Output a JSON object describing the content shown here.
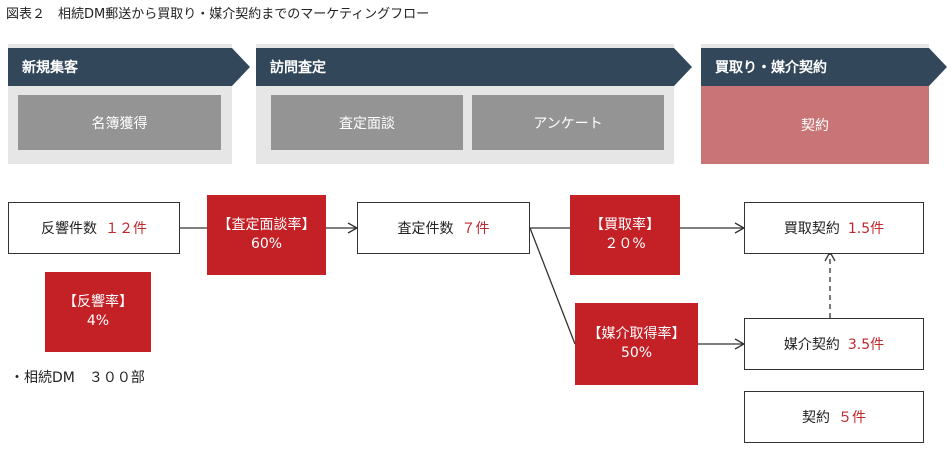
{
  "title": "図表２　相続DM郵送から買取り・媒介契約までのマーケティングフロー",
  "phases": [
    {
      "label": "新規集客",
      "items": [
        "名簿獲得"
      ]
    },
    {
      "label": "訪問査定",
      "items": [
        "査定面談",
        "アンケート"
      ]
    },
    {
      "label": "買取り・媒介契約",
      "items": [
        "契約"
      ]
    }
  ],
  "flow": {
    "response": {
      "label": "反響件数",
      "value": "１２件"
    },
    "response_rate": {
      "label": "【反響率】",
      "value": "4%"
    },
    "interview_rate": {
      "label": "【査定面談率】",
      "value": "60%"
    },
    "appraisal": {
      "label": "査定件数",
      "value": "７件"
    },
    "purchase_rate": {
      "label": "【買取率】",
      "value": "２０%"
    },
    "mediation_rate": {
      "label": "【媒介取得率】",
      "value": "50%"
    },
    "purchase": {
      "label": "買取契約",
      "value": "1.5件"
    },
    "mediation": {
      "label": "媒介契約",
      "value": "3.5件"
    },
    "contract": {
      "label": "契約",
      "value": "５件"
    }
  },
  "note": "・相続DM　３００部",
  "colors": {
    "header": "#33475b",
    "grey_box": "#949494",
    "pink_box": "#c97577",
    "rate_box": "#c42127",
    "value_text": "#c0282d"
  }
}
